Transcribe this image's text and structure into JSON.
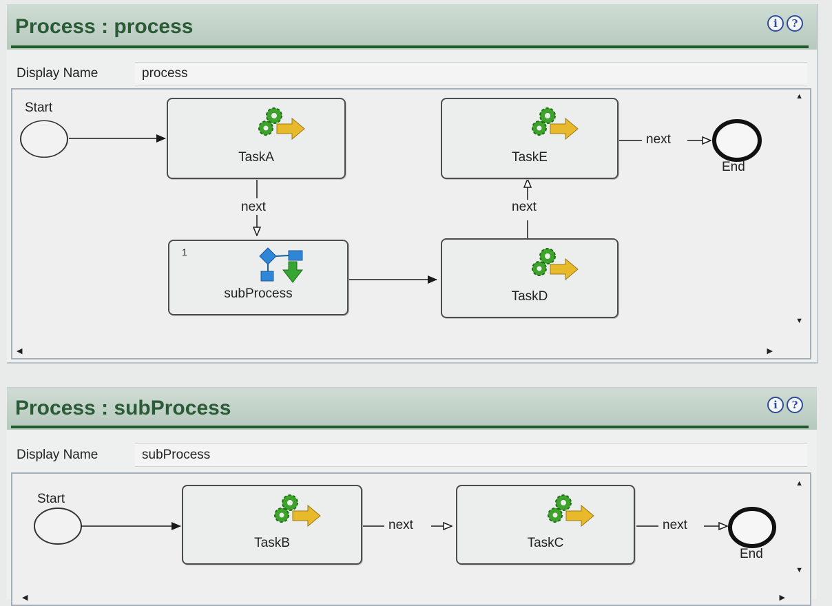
{
  "panels": [
    {
      "title": "Process : process",
      "display_name_label": "Display Name",
      "display_name_value": "process",
      "start_label": "Start",
      "end_label": "End",
      "edge_label": "next",
      "nodes": {
        "task_a": "TaskA",
        "task_e": "TaskE",
        "sub_process": "subProcess",
        "sub_process_number": "1",
        "task_d": "TaskD"
      }
    },
    {
      "title": "Process : subProcess",
      "display_name_label": "Display Name",
      "display_name_value": "subProcess",
      "start_label": "Start",
      "end_label": "End",
      "edge_label": "next",
      "nodes": {
        "task_b": "TaskB",
        "task_c": "TaskC"
      }
    }
  ],
  "icons": {
    "info": "info-icon",
    "help": "help-icon",
    "task": "gear-arrow-icon",
    "subprocess": "subprocess-icon"
  },
  "colors": {
    "header_text": "#2b5a37",
    "header_rule": "#235a2c",
    "gear": "#3da32a",
    "task_arrow": "#e9b92c",
    "subprocess_blue": "#2f86d6",
    "subprocess_green": "#36a532"
  }
}
